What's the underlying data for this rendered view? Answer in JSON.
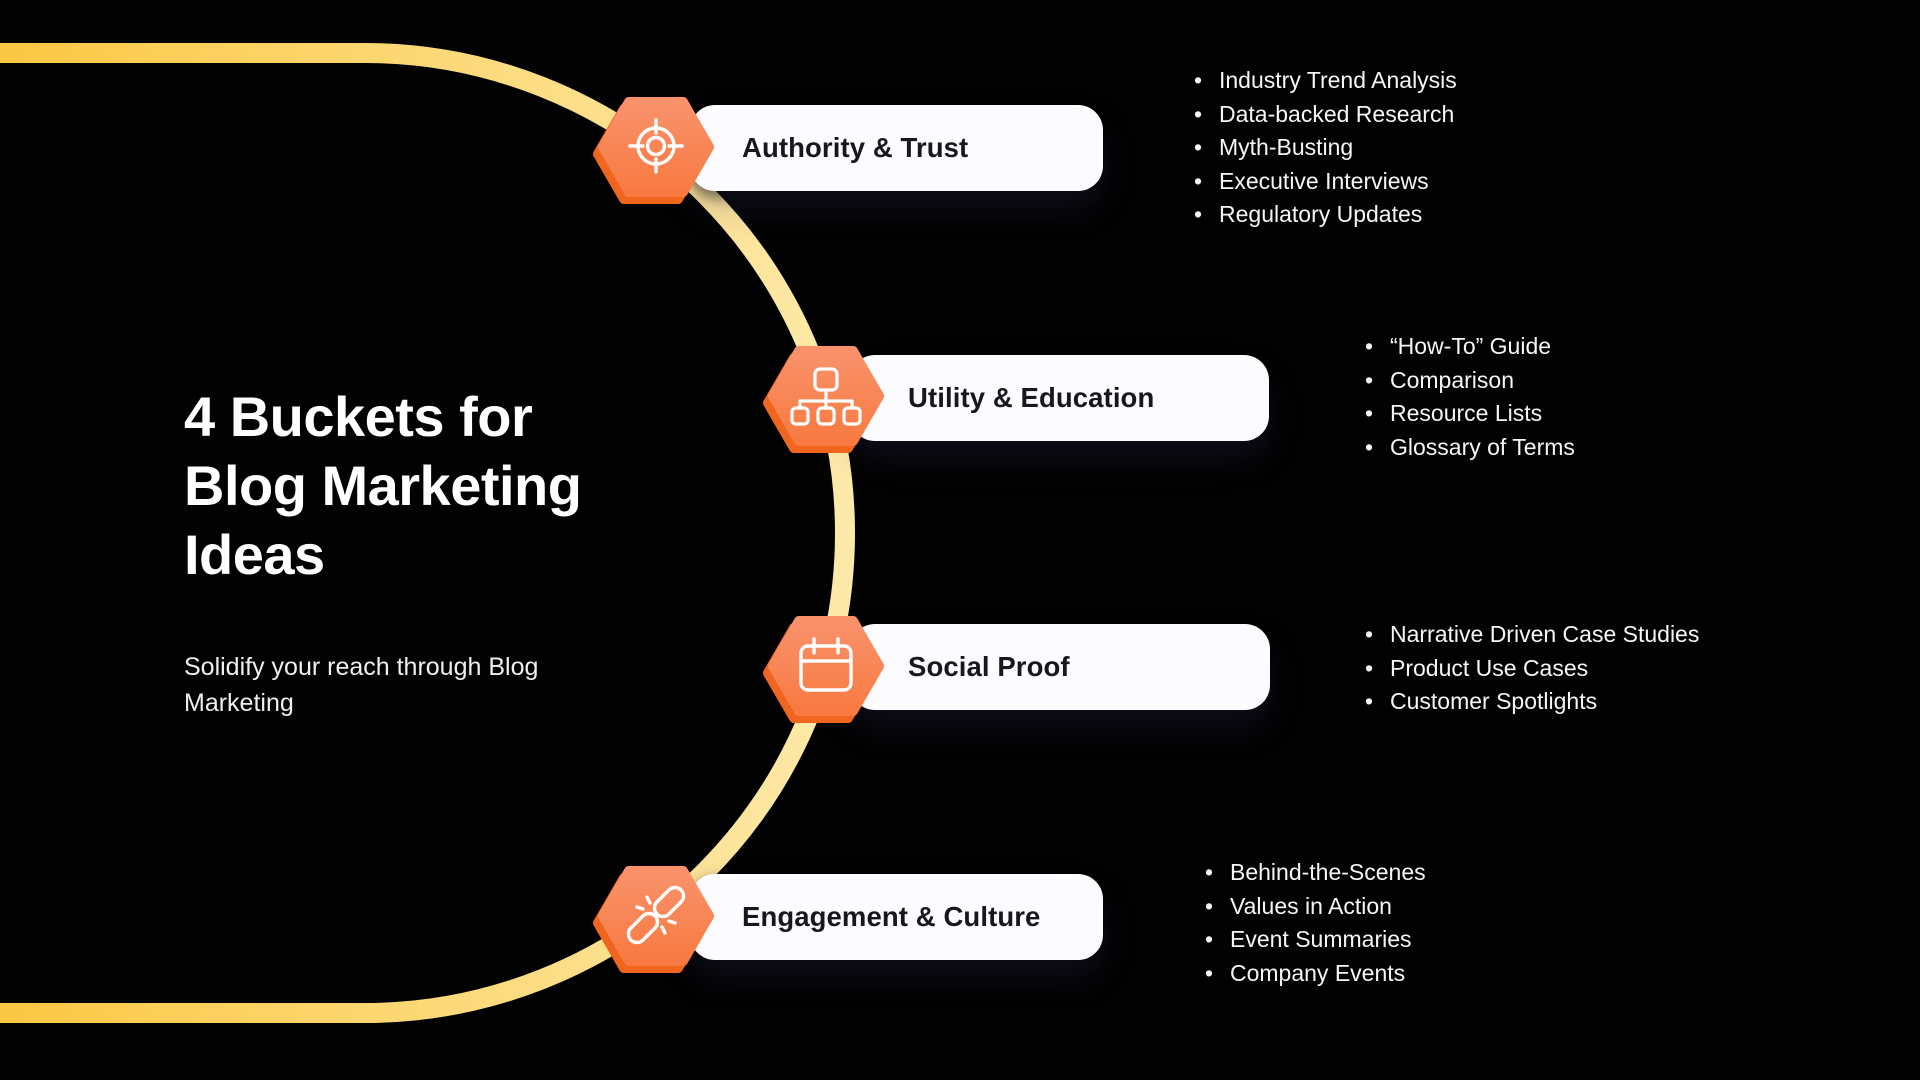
{
  "intro": {
    "title_lines": [
      "4 Buckets for",
      "Blog Marketing",
      "Ideas"
    ],
    "subtitle": "Solidify your reach through Blog Marketing"
  },
  "colors": {
    "background": "#020202",
    "ring_start": "#FBC63E",
    "ring_end": "#FDE9A9",
    "hex_light": "#F9926B",
    "hex_dark": "#F87A42",
    "hex_rim": "#F0661F",
    "pill_bg": "#FCFCFE",
    "pill_text": "#17171C",
    "list_text": "#F6F6F6",
    "icon_stroke": "#FFFFFF"
  },
  "buckets": [
    {
      "label": "Authority & Trust",
      "icon": "target-icon",
      "items": [
        "Industry Trend Analysis",
        "Data-backed Research",
        "Myth-Busting",
        "Executive Interviews",
        "Regulatory Updates"
      ]
    },
    {
      "label": "Utility & Education",
      "icon": "sitemap-icon",
      "items": [
        "“How-To” Guide",
        "Comparison",
        "Resource Lists",
        "Glossary of Terms"
      ]
    },
    {
      "label": "Social Proof",
      "icon": "calendar-icon",
      "items": [
        "Narrative Driven Case Studies",
        "Product Use Cases",
        "Customer Spotlights"
      ]
    },
    {
      "label": "Engagement & Culture",
      "icon": "broken-link-icon",
      "items": [
        "Behind-the-Scenes",
        "Values in Action",
        "Event Summaries",
        "Company Events"
      ]
    }
  ]
}
